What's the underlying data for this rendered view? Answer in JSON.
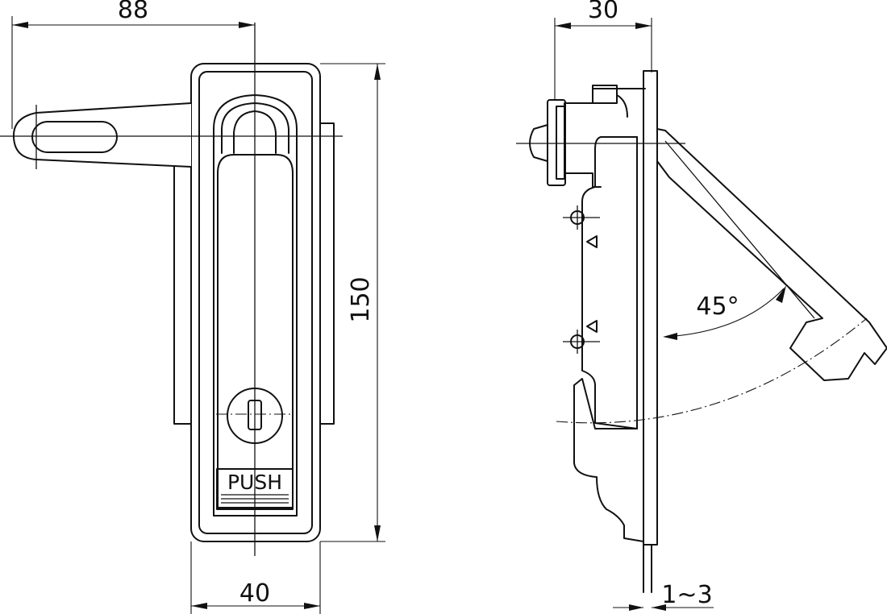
{
  "front_view": {
    "width_overall": "88",
    "height": "150",
    "body_width": "40",
    "handle_label": "PUSH"
  },
  "side_view": {
    "depth": "30",
    "open_angle": "45°",
    "panel_thickness": "1~3"
  }
}
